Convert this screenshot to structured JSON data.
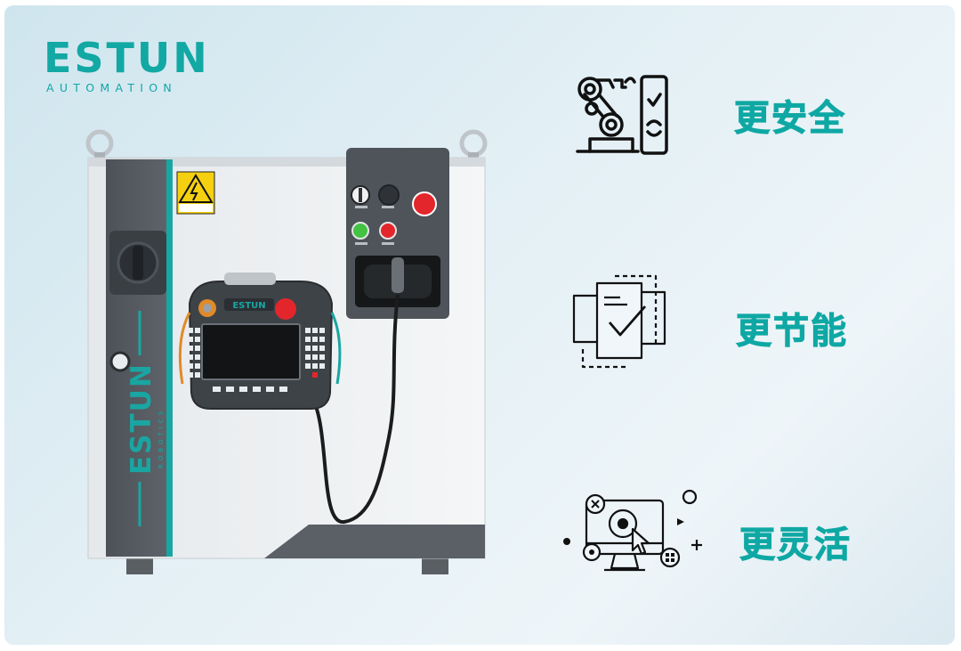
{
  "brand": {
    "name": "ESTUN",
    "tagline": "AUTOMATION",
    "accent_color": "#12a8a4"
  },
  "controller": {
    "side_brand": "ESTUN",
    "side_brand_sub": "ROBOTICS",
    "pendant_brand": "ESTUN"
  },
  "features": [
    {
      "label": "更安全",
      "icon": "robot-arm-safety-icon"
    },
    {
      "label": "更节能",
      "icon": "document-check-icon"
    },
    {
      "label": "更灵活",
      "icon": "monitor-click-icon"
    }
  ]
}
